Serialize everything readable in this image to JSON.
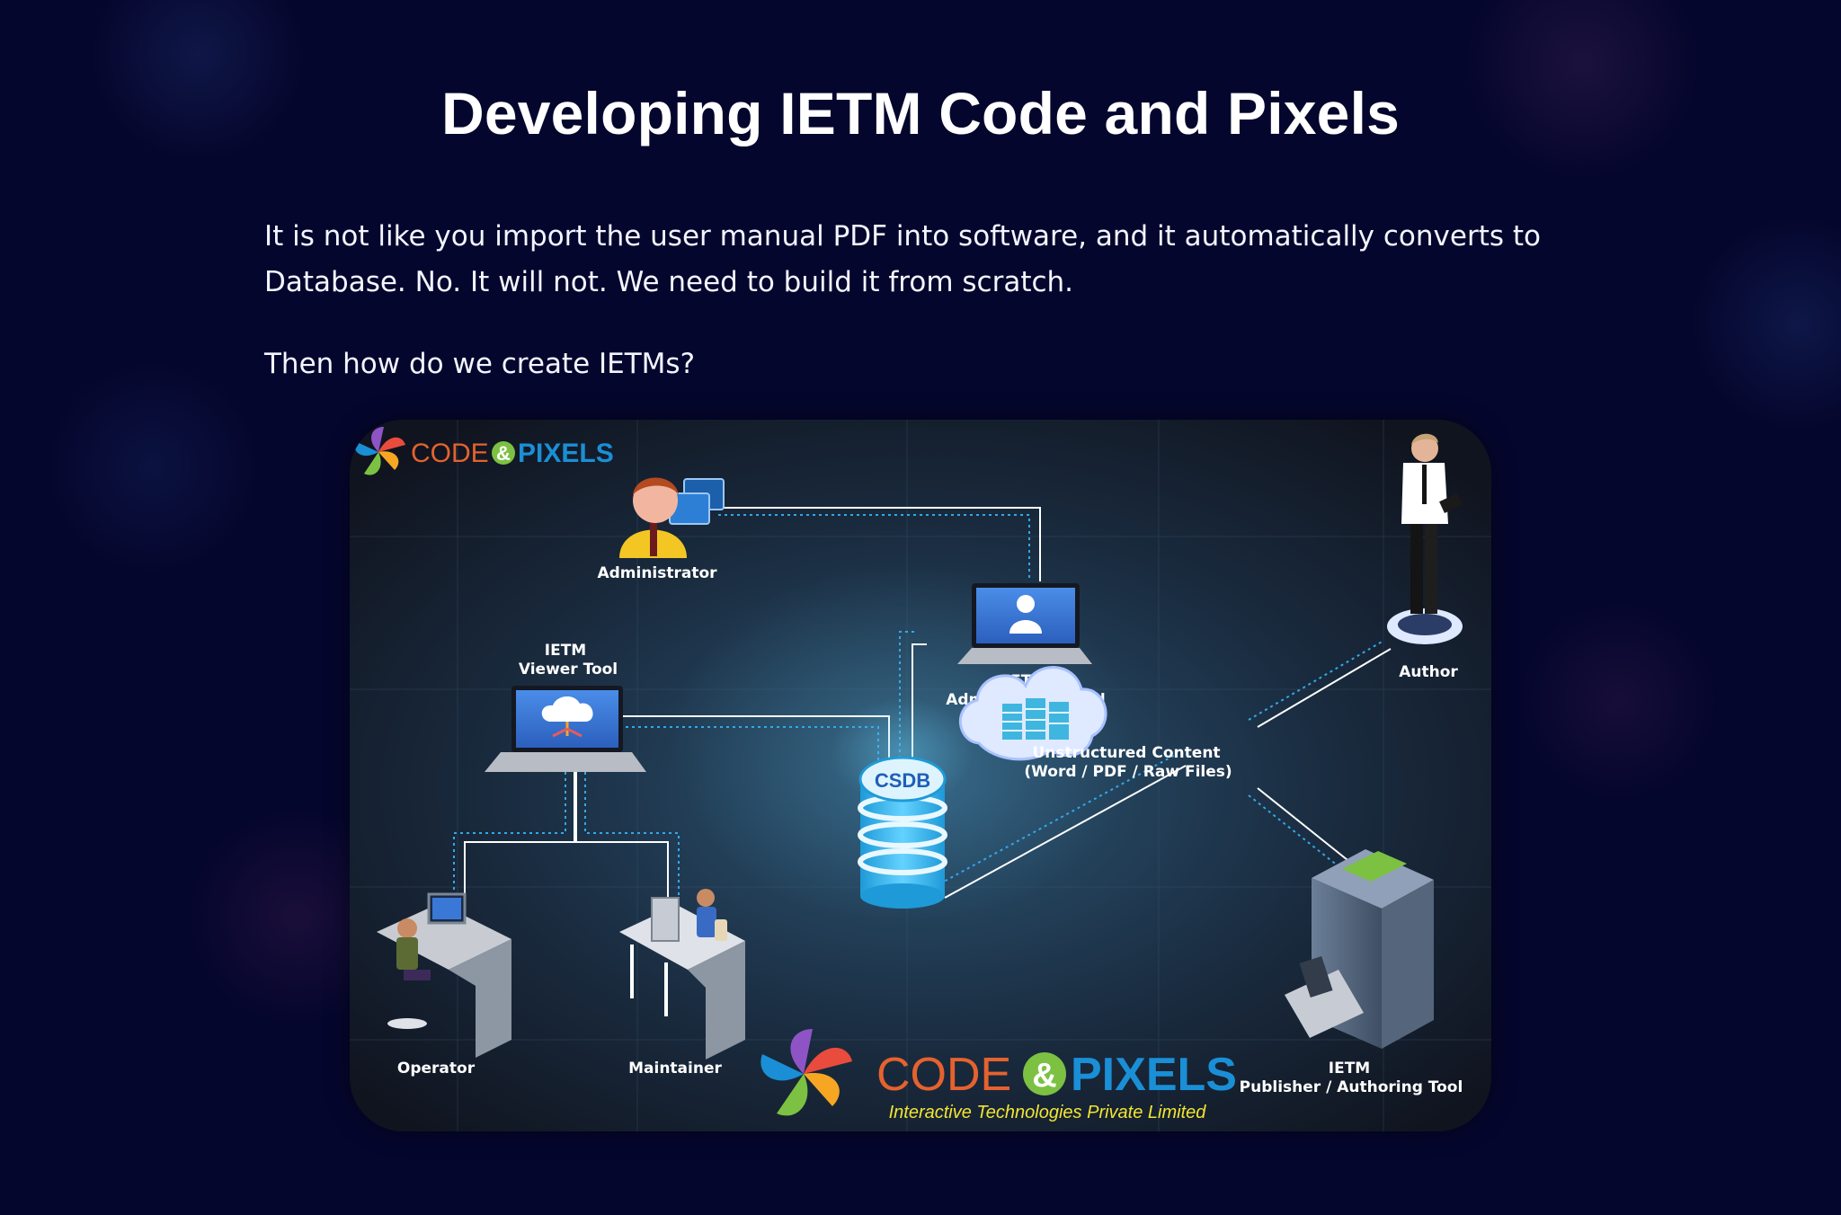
{
  "title": "Developing IETM Code and Pixels",
  "paragraphs": [
    "It is not like you import the user manual PDF into software, and it automatically converts to Database. No. It will not. We need to build it from scratch.",
    "Then how do we create IETMs?"
  ],
  "diagram": {
    "logo": {
      "code": "CODE",
      "ampersand": "&",
      "pixels": "PIXELS",
      "tagline": "Interactive Technologies Private Limited"
    },
    "labels": {
      "administrator": "Administrator",
      "ietm_viewer_line1": "IETM",
      "ietm_viewer_line2": "Viewer Tool",
      "ietm_admin_line1": "IETM",
      "ietm_admin_line2": "Administrator Tool",
      "author": "Author",
      "unstructured_line1": "Unstructured Content",
      "unstructured_line2": "(Word / PDF / Raw Files)",
      "csdb": "CSDB",
      "operator": "Operator",
      "maintainer": "Maintainer",
      "publisher_line1": "IETM",
      "publisher_line2": "Publisher / Authoring Tool"
    },
    "colors": {
      "code": "#e5622e",
      "pixels": "#1a8fd6",
      "amp": "#7cc142",
      "tagline": "#f3e533",
      "connector": "#ffffff",
      "connector_dotted": "#33a8e8",
      "csdb": "#39b5ef",
      "screen": "#3a78d8"
    }
  }
}
